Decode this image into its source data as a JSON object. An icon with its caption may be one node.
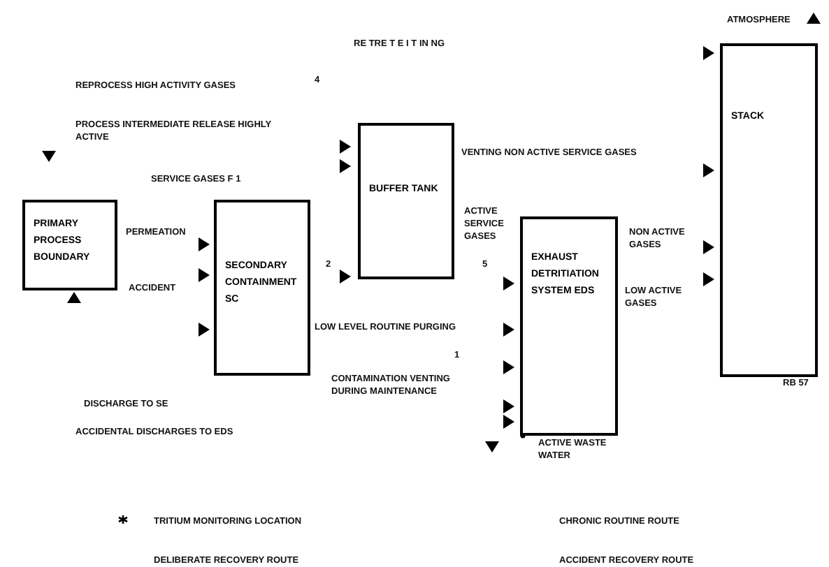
{
  "diagram": {
    "nodes": [
      {
        "text": [
          "PRIMARY PROCESS BOUNDARY"
        ]
      },
      {
        "text": [
          "SECONDARY CONTAINMENT SC"
        ]
      },
      {
        "text": [
          "BUFFER TANK"
        ]
      },
      {
        "text": [
          "EXHAUST DETRITIATION SYSTEM EDS"
        ]
      },
      {
        "text": [
          "STACK"
        ]
      }
    ],
    "labels": [
      "RE TRE T E I T IN NG",
      "ATMOSPHERE",
      "REPROCESS HIGH ACTIVITY GASES",
      "4",
      "PROCESS INTERMEDIATE RELEASE HIGHLY ACTIVE",
      "SERVICE GASES F 1",
      "VENTING NON ACTIVE SERVICE GASES",
      "PERMEATION",
      "ACTIVE SERVICE GASES",
      "NON ACTIVE GASES",
      "2",
      "5",
      "ACCIDENT",
      "LOW ACTIVE GASES",
      "RB 57",
      "LOW LEVEL ROUTINE PURGING",
      "1",
      "CONTAMINATION VENTING DURING MAINTENANCE",
      "DISCHARGE TO SE",
      "ACCIDENTAL DISCHARGES TO EDS",
      "ACTIVE WASTE WATER"
    ],
    "legend": [
      {
        "text": "TRITIUM MONITORING LOCATION"
      },
      {
        "text": "CHRONIC ROUTINE ROUTE"
      },
      {
        "text": "DELIBERATE RECOVERY ROUTE"
      },
      {
        "text": "ACCIDENT RECOVERY ROUTE"
      }
    ]
  }
}
